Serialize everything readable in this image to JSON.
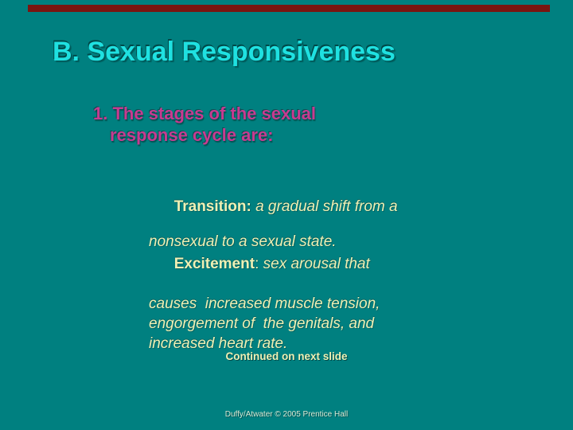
{
  "theme": {
    "background": "#008080",
    "accent_bar": "#7a1511",
    "title_color": "#1fe1e1",
    "heading_color": "#c73b90",
    "body_color": "#eff0b4",
    "footer_color": "#d9e8d4"
  },
  "slide": {
    "title": "B. Sexual Responsiveness",
    "heading": {
      "line1": "1. The stages of the sexual",
      "line2": "response cycle are:"
    },
    "transition": {
      "lead": "Transition:",
      "rest": " a gradual shift from a",
      "line2": "nonsexual to a sexual state."
    },
    "excitement": {
      "lead": "Excitement",
      "colon": ":",
      "rest": " sex arousal that",
      "line2": "causes  increased muscle tension,",
      "line3": "engorgement of  the genitals, and",
      "line4": "increased heart rate."
    },
    "continued": "Continued on next slide",
    "footer": "Duffy/Atwater © 2005 Prentice Hall"
  }
}
